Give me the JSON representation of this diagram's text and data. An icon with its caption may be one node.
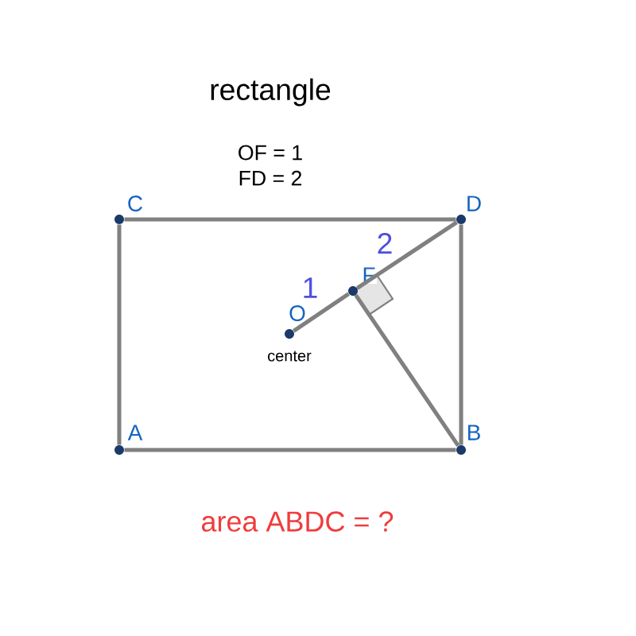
{
  "diagram": {
    "title": "rectangle",
    "nodes": [
      {
        "text": [
          "C"
        ]
      },
      {
        "text": [
          "D"
        ]
      },
      {
        "text": [
          "O"
        ],
        "beside": [
          "center"
        ]
      },
      {
        "text": [
          "F"
        ]
      },
      {
        "text": [
          "A"
        ]
      },
      {
        "text": [
          "B"
        ]
      }
    ],
    "edges": [
      {
        "from": 0,
        "to": 1,
        "arrow": "none"
      },
      {
        "from": 1,
        "to": 5,
        "arrow": "none"
      },
      {
        "from": 5,
        "to": 4,
        "arrow": "none"
      },
      {
        "from": 4,
        "to": 0,
        "arrow": "none"
      },
      {
        "from": 2,
        "to": 3,
        "arrow": "none",
        "label": "1"
      },
      {
        "from": 3,
        "to": 1,
        "arrow": "none",
        "label": "2"
      },
      {
        "from": 3,
        "to": 5,
        "arrow": "none"
      }
    ],
    "labels": [
      "OF = 1",
      "FD = 2",
      "area ABDC = ?"
    ]
  }
}
